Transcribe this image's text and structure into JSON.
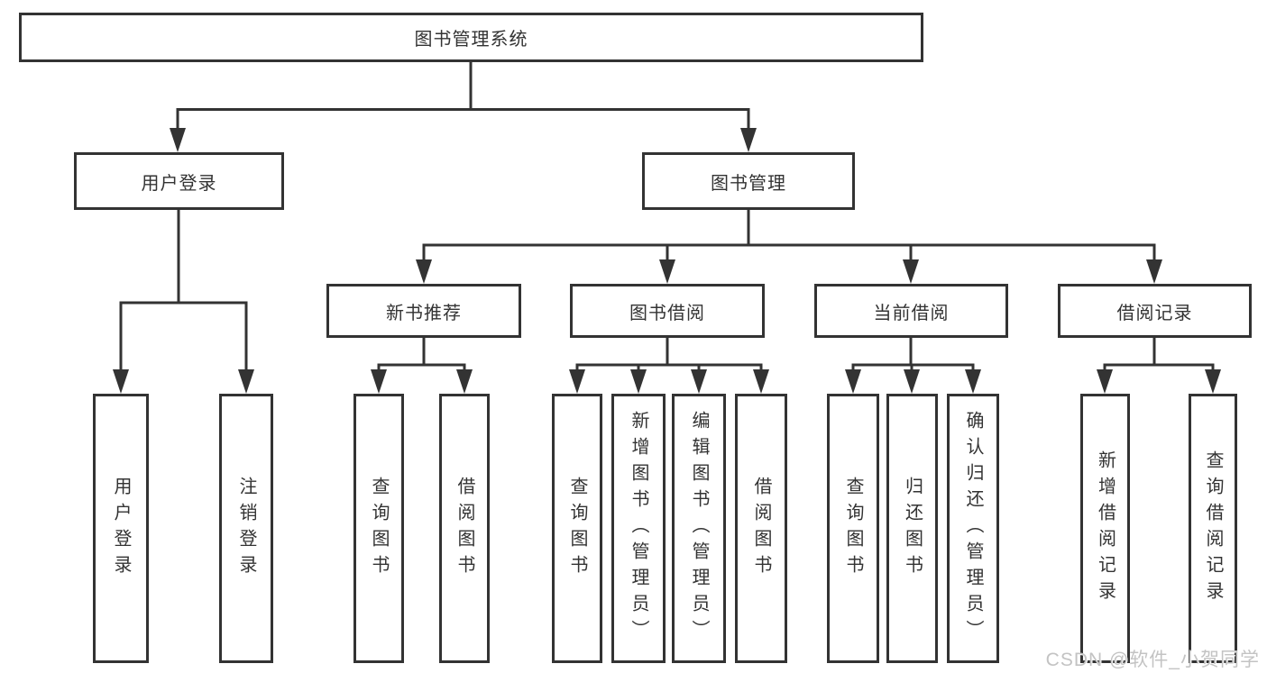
{
  "tree": {
    "label": "图书管理系统",
    "children": [
      {
        "label": "用户登录",
        "children": [
          {
            "label": "用户登录"
          },
          {
            "label": "注销登录"
          }
        ]
      },
      {
        "label": "图书管理",
        "children": [
          {
            "label": "新书推荐",
            "children": [
              {
                "label": "查询图书"
              },
              {
                "label": "借阅图书"
              }
            ]
          },
          {
            "label": "图书借阅",
            "children": [
              {
                "label": "查询图书"
              },
              {
                "label": "新增图书（管理员）"
              },
              {
                "label": "编辑图书（管理员）"
              },
              {
                "label": "借阅图书"
              }
            ]
          },
          {
            "label": "当前借阅",
            "children": [
              {
                "label": "查询图书"
              },
              {
                "label": "归还图书"
              },
              {
                "label": "确认归还（管理员）"
              }
            ]
          },
          {
            "label": "借阅记录",
            "children": [
              {
                "label": "新增借阅记录"
              },
              {
                "label": "查询借阅记录"
              }
            ]
          }
        ]
      }
    ]
  },
  "watermark": "CSDN @软件_小贺同学",
  "colors": {
    "line": "#333333",
    "box_border": "#333333",
    "text": "#333333",
    "background": "#ffffff",
    "watermark": "#c3c3c3"
  }
}
